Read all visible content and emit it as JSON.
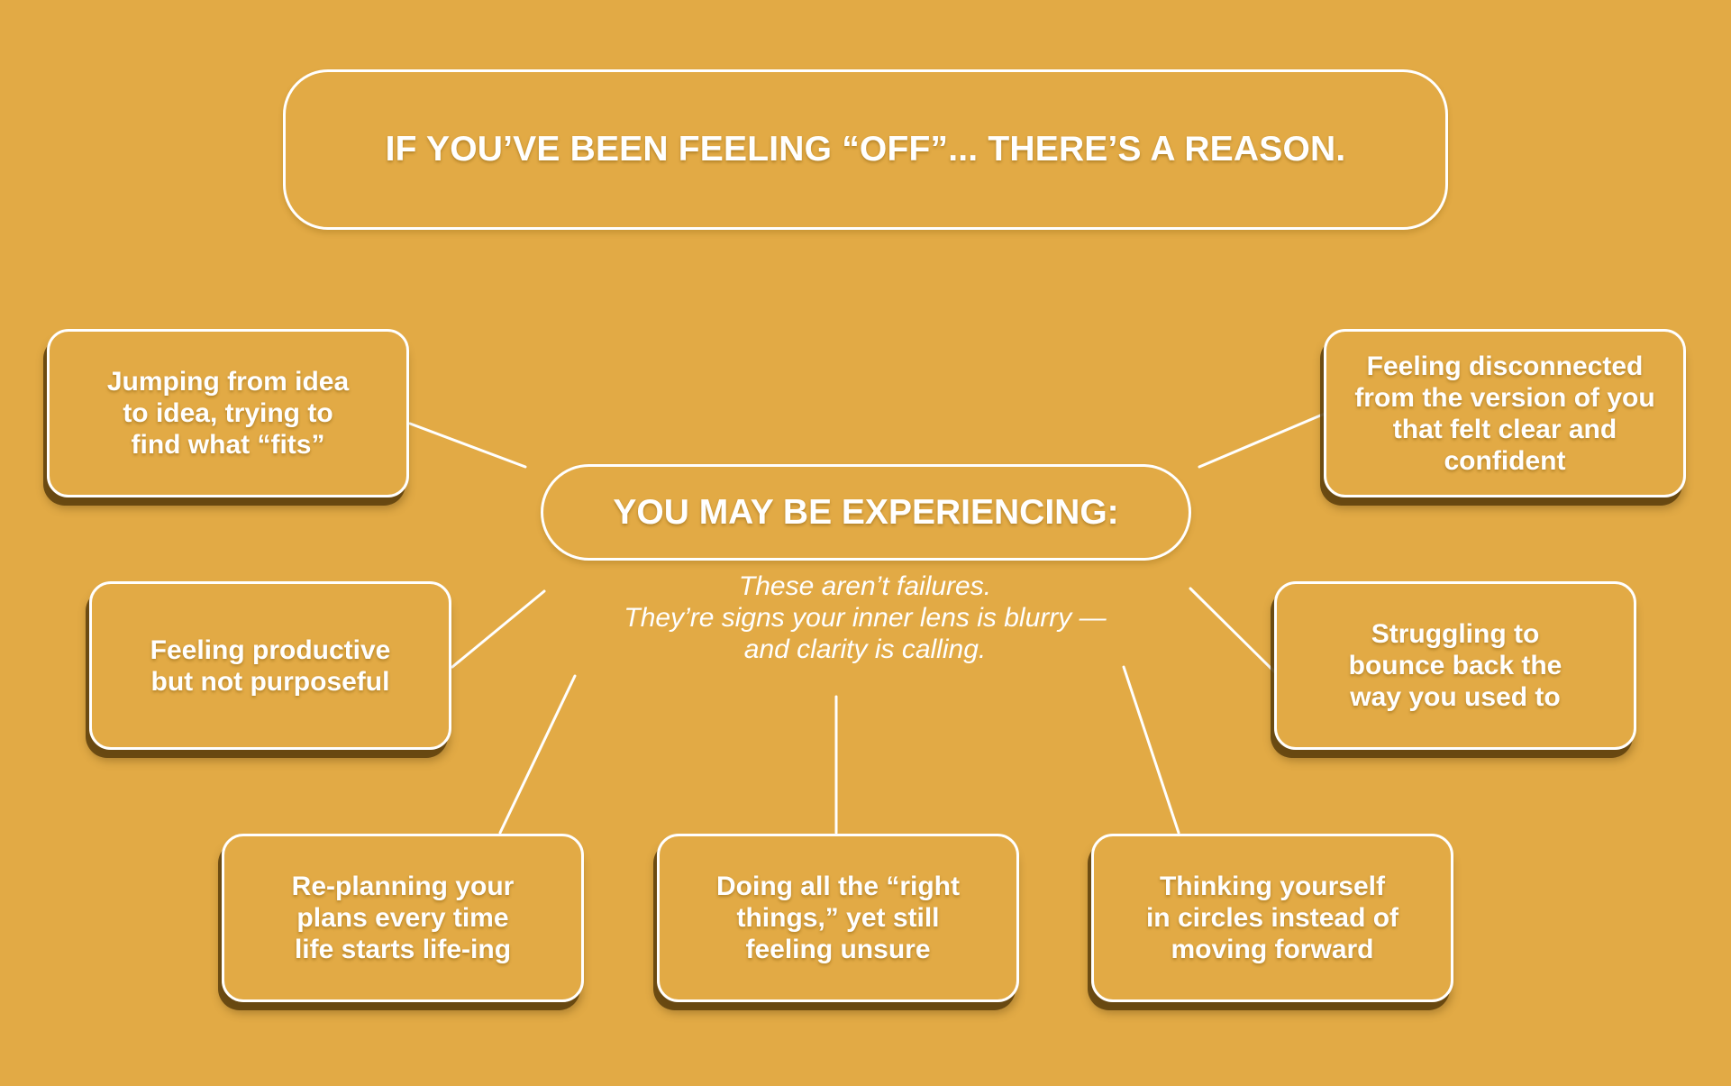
{
  "colors": {
    "background": "#E2AA45",
    "stroke": "#FFFFFF",
    "shadow": "#5C3E0C"
  },
  "header": {
    "title": "IF YOU’VE BEEN FEELING “OFF”... THERE’S A REASON."
  },
  "center": {
    "title": "YOU MAY BE EXPERIENCING:",
    "subtitle": "These aren’t failures.\nThey’re signs your inner lens is blurry —\nand clarity is calling."
  },
  "nodes": [
    {
      "text": "Jumping from idea\nto idea, trying to\nfind what “fits”"
    },
    {
      "text": "Feeling disconnected\nfrom the version of you\nthat felt clear and\nconfident"
    },
    {
      "text": "Feeling productive\nbut not purposeful"
    },
    {
      "text": "Struggling to\nbounce back the\nway you used to"
    },
    {
      "text": "Re-planning your\nplans every time\nlife starts life-ing"
    },
    {
      "text": "Doing all the “right\nthings,” yet still\nfeeling unsure"
    },
    {
      "text": "Thinking yourself\nin circles instead of\nmoving forward"
    }
  ]
}
